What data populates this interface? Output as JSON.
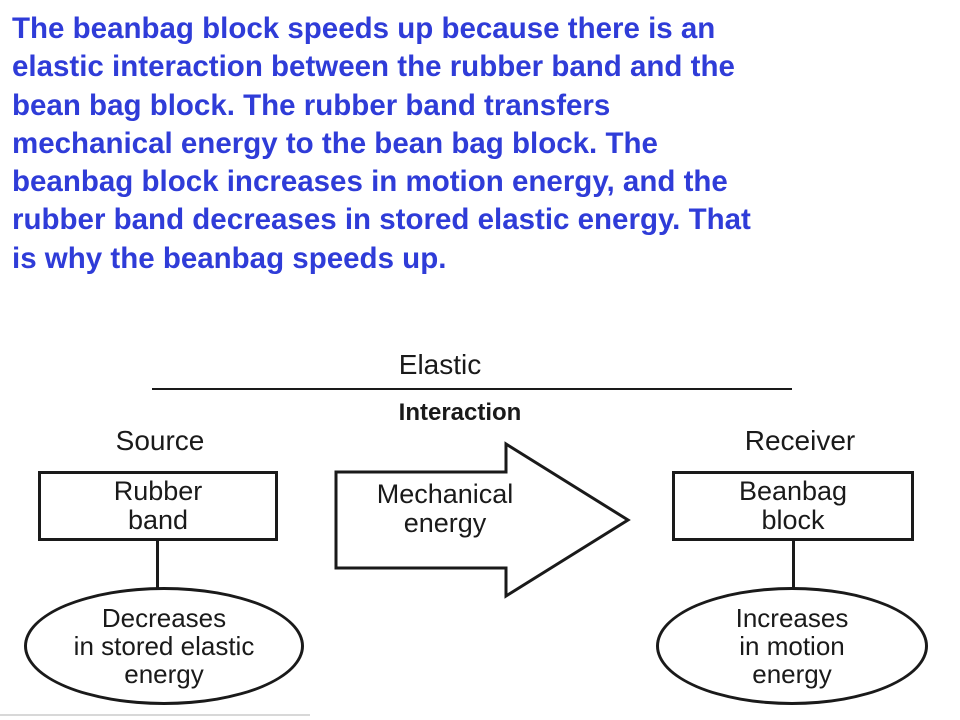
{
  "paragraph": {
    "lines": [
      "The beanbag block speeds up because there is an",
      "elastic interaction between the rubber band  and the",
      "bean bag block. The rubber band transfers",
      "mechanical energy to the bean bag block.  The",
      "beanbag block increases in motion energy, and the",
      "rubber band decreases in stored elastic energy. That",
      "is why the beanbag speeds up."
    ]
  },
  "diagram": {
    "top_label": "Elastic",
    "interaction_label": "Interaction",
    "source": {
      "heading": "Source",
      "box_lines": [
        "Rubber",
        "band"
      ],
      "oval_lines": [
        "Decreases",
        "in stored elastic",
        "energy"
      ]
    },
    "transfer": {
      "lines": [
        "Mechanical",
        "energy"
      ]
    },
    "receiver": {
      "heading": "Receiver",
      "box_lines": [
        "Beanbag",
        "block"
      ],
      "oval_lines": [
        "Increases",
        "in motion",
        "energy"
      ]
    },
    "colors": {
      "paragraph_text": "#2f3cd8",
      "diagram_ink": "#1a1a1a"
    }
  }
}
